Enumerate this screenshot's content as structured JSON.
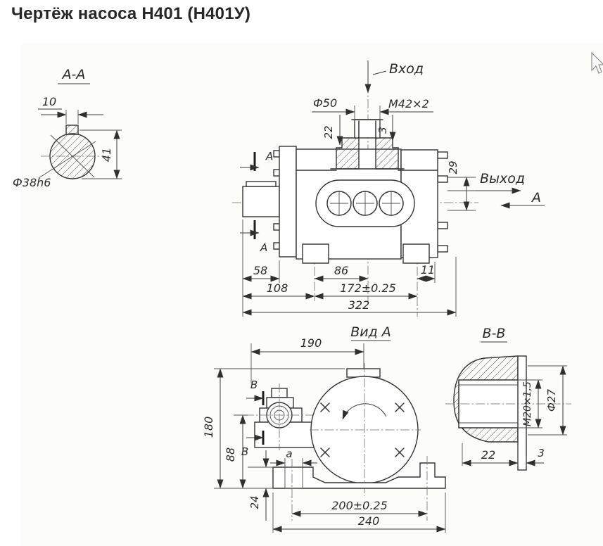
{
  "page": {
    "title": "Чертёж насоса Н401 (Н401У)"
  },
  "section_aa": {
    "title": "А-А",
    "dim_key_width": "10",
    "dim_height": "41",
    "dim_shaft_dia": "Ф38h6"
  },
  "main_view": {
    "inlet_label": "Вход",
    "outlet_label": "Выход",
    "view_arrow_label": "А",
    "section_top_label": "А",
    "section_bottom_label": "А",
    "dim_inlet_dia": "Ф50",
    "dim_inlet_thread": "М42×2",
    "dim_22": "22",
    "dim_3": "3",
    "dim_29": "29",
    "dim_58": "58",
    "dim_86": "86",
    "dim_11": "11",
    "dim_108": "108",
    "dim_172": "172±0.25",
    "dim_322": "322"
  },
  "view_a": {
    "title": "Вид А",
    "dim_190": "190",
    "dim_180": "180",
    "dim_88": "88",
    "dim_24": "24",
    "dim_a": "а",
    "dim_200": "200±0.25",
    "dim_240": "240",
    "section_top_label": "В",
    "section_bottom_label": "В"
  },
  "section_bb": {
    "title": "В-В",
    "dim_thread": "М20×1,5",
    "dim_dia": "Ф27",
    "dim_22": "22",
    "dim_3": "3"
  }
}
